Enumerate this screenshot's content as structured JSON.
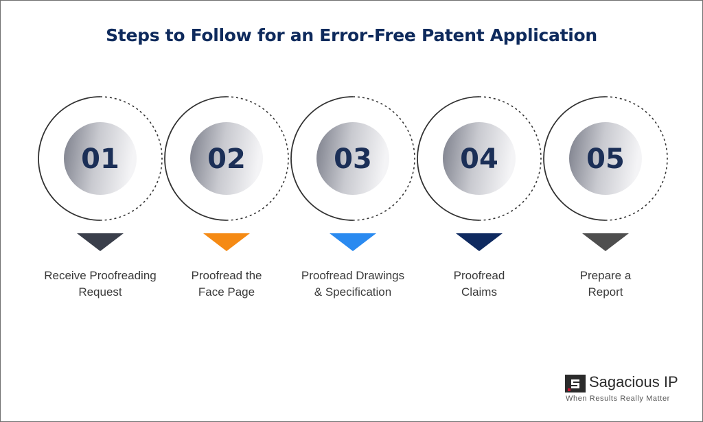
{
  "title": "Steps to Follow for an Error-Free Patent Application",
  "colors": {
    "title": "#0e2a5c",
    "text": "#3a3a3a",
    "number": "#1b2f57",
    "ring": "#333333"
  },
  "steps": [
    {
      "number": "01",
      "line1": "Receive Proofreading",
      "line2": "Request",
      "pointer_color": "#3a3f4b"
    },
    {
      "number": "02",
      "line1": "Proofread the",
      "line2": "Face Page",
      "pointer_color": "#f58a14"
    },
    {
      "number": "03",
      "line1": "Proofread Drawings",
      "line2": "& Specification",
      "pointer_color": "#2a8af0"
    },
    {
      "number": "04",
      "line1": "Proofread",
      "line2": "Claims",
      "pointer_color": "#0f2a60"
    },
    {
      "number": "05",
      "line1": "Prepare a",
      "line2": "Report",
      "pointer_color": "#4e4e4e"
    }
  ],
  "brand": {
    "name": "Sagacious IP",
    "tagline": "When Results Really Matter",
    "mark_color": "#2b2b2b",
    "accent_color": "#c8102e"
  }
}
